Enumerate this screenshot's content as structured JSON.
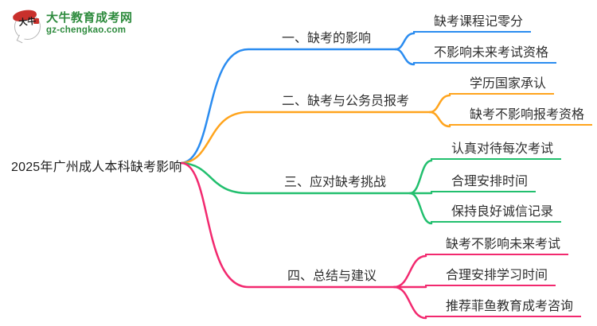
{
  "logo": {
    "title": "大牛教育成考网",
    "domain": "gz-chengkao.com",
    "badge_text": "大牛",
    "brand_green": "#2e8b3e",
    "brand_red": "#c9302c"
  },
  "root": {
    "label": "2025年广州成人本科缺考影响"
  },
  "branches": [
    {
      "label": "一、缺考的影响",
      "color": "#2b8cf0",
      "children": [
        "缺考课程记零分",
        "不影响未来考试资格"
      ]
    },
    {
      "label": "二、缺考与公务员报考",
      "color": "#ffa41d",
      "children": [
        "学历国家承认",
        "缺考不影响报考资格"
      ]
    },
    {
      "label": "三、应对缺考挑战",
      "color": "#22bf6e",
      "children": [
        "认真对待每次考试",
        "合理安排时间",
        "保持良好诚信记录"
      ]
    },
    {
      "label": "四、总结与建议",
      "color": "#f2296f",
      "children": [
        "缺考不影响未来考试",
        "合理安排学习时间",
        "推荐菲鱼教育成考咨询"
      ]
    }
  ]
}
